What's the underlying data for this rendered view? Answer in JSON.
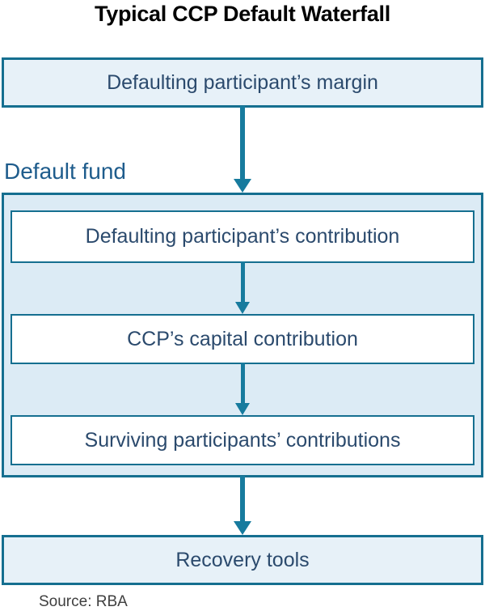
{
  "title": "Typical CCP Default Waterfall",
  "diagram": {
    "type": "flow-waterfall",
    "top_box": {
      "label": "Defaulting participant’s margin"
    },
    "default_fund": {
      "label": "Default fund",
      "boxes": [
        {
          "label": "Defaulting participant’s contribution"
        },
        {
          "label": "CCP’s capital contribution"
        },
        {
          "label": "Surviving participants’ contributions"
        }
      ]
    },
    "bottom_box": {
      "label": "Recovery tools"
    },
    "flow_order": [
      "Defaulting participant’s margin",
      "Defaulting participant’s contribution",
      "CCP’s capital contribution",
      "Surviving participants’ contributions",
      "Recovery tools"
    ]
  },
  "source": "Source: RBA",
  "colors": {
    "border_teal": "#156f90",
    "arrow_teal": "#177b9e",
    "fill_light": "#e7f1f8",
    "fill_fund": "#dcebf5",
    "box_text": "#2b4a6d",
    "label_blue": "#1e5c8c",
    "title_black": "#000000",
    "source_gray": "#3f3f3f"
  }
}
